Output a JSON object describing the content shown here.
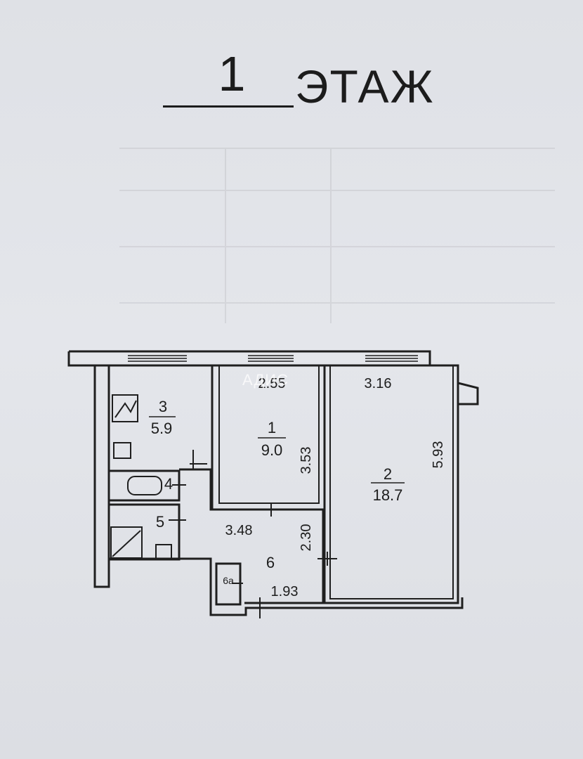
{
  "heading": {
    "floor_number": "1",
    "floor_word": "ЭТАЖ"
  },
  "watermark": "АДИС",
  "rooms": [
    {
      "id": "1",
      "area": "9.0"
    },
    {
      "id": "2",
      "area": "18.7"
    },
    {
      "id": "3",
      "area": "5.9"
    },
    {
      "id": "4"
    },
    {
      "id": "5"
    },
    {
      "id": "6"
    },
    {
      "id": "6а"
    }
  ],
  "dimensions": [
    "2.55",
    "3.16",
    "3.53",
    "5.93",
    "3.48",
    "2.30",
    "1.93"
  ]
}
